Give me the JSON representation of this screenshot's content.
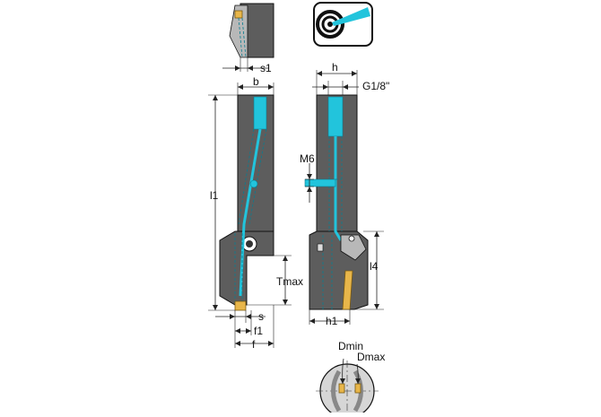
{
  "labels": {
    "s1": "s1",
    "b": "b",
    "h": "h",
    "g18": "G1/8\"",
    "m6": "M6",
    "l1": "l1",
    "l4": "l4",
    "tmax": "Tmax",
    "s": "s",
    "f1": "f1",
    "f": "f",
    "h1": "h1",
    "dmin": "Dmin",
    "dmax": "Dmax"
  },
  "colors": {
    "body": "#5d5d5d",
    "coolant": "#22c4dc",
    "insert": "#e8b64a"
  },
  "icons": {
    "coolant_badge": "internal-coolant-icon"
  }
}
